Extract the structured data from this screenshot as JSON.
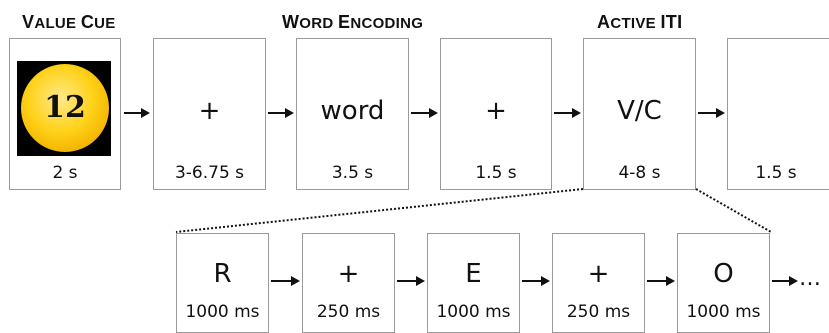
{
  "headers": {
    "value_cue": {
      "first": "V",
      "rest": "ALUE",
      "first2": "C",
      "rest2": "UE"
    },
    "word_encoding": {
      "first": "W",
      "rest": "ORD",
      "first2": "E",
      "rest2": "NCODING"
    },
    "active_iti": {
      "first": "A",
      "rest": "CTIVE",
      "first2": "",
      "rest2": "ITI"
    }
  },
  "value_cue_box": {
    "coin_value": "12",
    "duration": "2 s"
  },
  "top_boxes": [
    {
      "symbol": "+",
      "duration": "3-6.75 s"
    },
    {
      "symbol": "word",
      "duration": "3.5 s"
    },
    {
      "symbol": "+",
      "duration": "1.5 s"
    },
    {
      "symbol": "V/C",
      "duration": "4-8 s"
    },
    {
      "symbol": "",
      "duration": "1.5 s"
    }
  ],
  "bottom_boxes": [
    {
      "symbol": "R",
      "duration": "1000 ms"
    },
    {
      "symbol": "+",
      "duration": "250 ms"
    },
    {
      "symbol": "E",
      "duration": "1000 ms"
    },
    {
      "symbol": "+",
      "duration": "250 ms"
    },
    {
      "symbol": "O",
      "duration": "1000 ms"
    }
  ],
  "continuation": "…",
  "colors": {
    "coin": "#ffd21a",
    "border": "#9a9a9a",
    "arrow": "#111111"
  }
}
